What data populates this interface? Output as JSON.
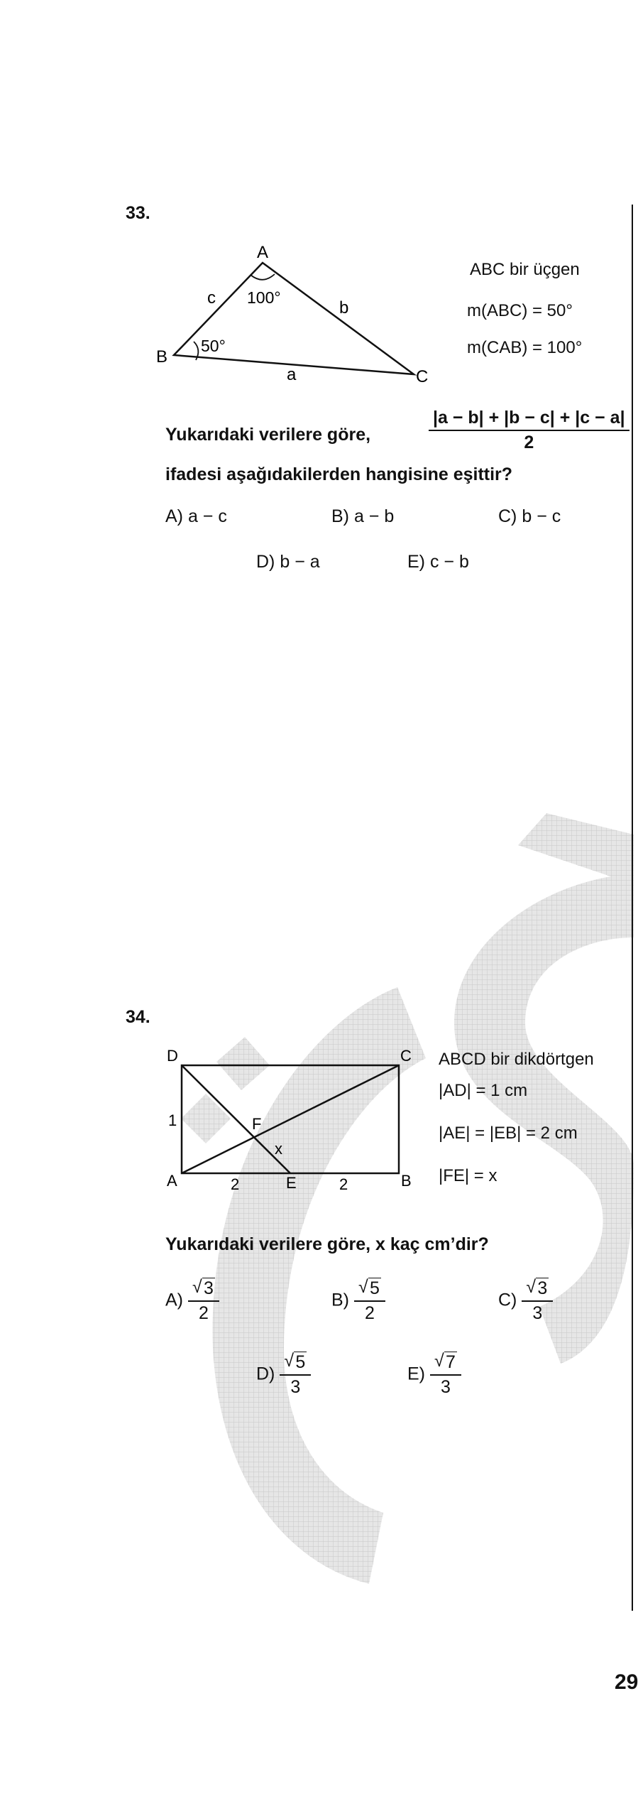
{
  "q33": {
    "number": "33.",
    "vertices": {
      "A": "A",
      "B": "B",
      "C": "C"
    },
    "sides": {
      "c": "c",
      "b": "b",
      "a": "a"
    },
    "angle_A": "100°",
    "angle_B": "50°",
    "given": [
      "ABC bir üçgen",
      "m(ABC) = 50°",
      "m(CAB) = 100°"
    ],
    "question_lead": "Yukarıdaki verilere göre,",
    "fraction_numerator": "|a − b| + |b − c| + |c − a|",
    "fraction_denominator": "2",
    "question_tail": "ifadesi aşağıdakilerden hangisine eşittir?",
    "options": [
      {
        "label": "A)",
        "text": "a − c"
      },
      {
        "label": "B)",
        "text": "a − b"
      },
      {
        "label": "C)",
        "text": "b − c"
      },
      {
        "label": "D)",
        "text": "b − a"
      },
      {
        "label": "E)",
        "text": "c − b"
      }
    ]
  },
  "q34": {
    "number": "34.",
    "vertices": {
      "A": "A",
      "B": "B",
      "C": "C",
      "D": "D",
      "E": "E",
      "F": "F"
    },
    "labels": {
      "ad": "1",
      "ae": "2",
      "eb": "2",
      "x": "x"
    },
    "given": [
      "ABCD bir dikdörtgen",
      "|AD| = 1 cm",
      "|AE| = |EB| = 2 cm",
      "|FE| = x"
    ],
    "question": "Yukarıdaki verilere göre,  x  kaç cm’dir?",
    "options": [
      {
        "label": "A)",
        "rad": "3",
        "den": "2"
      },
      {
        "label": "B)",
        "rad": "5",
        "den": "2"
      },
      {
        "label": "C)",
        "rad": "3",
        "den": "3"
      },
      {
        "label": "D)",
        "rad": "5",
        "den": "3"
      },
      {
        "label": "E)",
        "rad": "7",
        "den": "3"
      }
    ]
  },
  "page_number": "29"
}
